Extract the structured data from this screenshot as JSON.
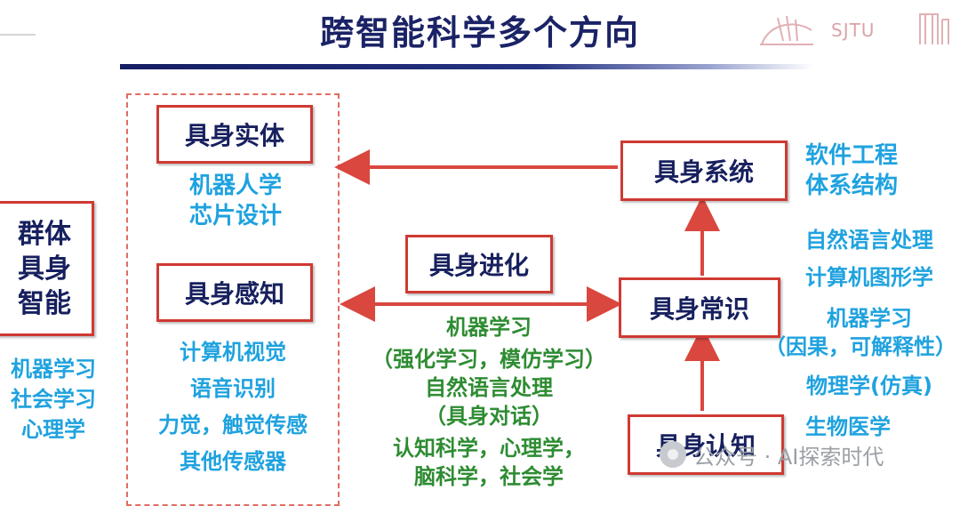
{
  "title": "跨智能科学多个方向",
  "logo": {
    "text": "SJTU"
  },
  "left_side": {
    "box_label": "群体\n具身\n智能",
    "items": [
      "机器学习",
      "社会学习",
      "心理学"
    ]
  },
  "boxes": {
    "entity": "具身实体",
    "perception": "具身感知",
    "evolution": "具身进化",
    "system": "具身系统",
    "commonsense": "具身常识",
    "cognition": "具身认知"
  },
  "entity_labels": [
    "机器人学",
    "芯片设计"
  ],
  "perception_labels": [
    "计算机视觉",
    "语音识别",
    "力觉，触觉传感",
    "其他传感器"
  ],
  "evolution_labels": [
    "机器学习",
    "（强化学习，模仿学习）",
    "自然语言处理",
    "（具身对话）",
    "认知科学，心理学，",
    "脑科学，社会学"
  ],
  "system_labels": [
    "软件工程",
    "体系结构"
  ],
  "commonsense_labels": [
    "自然语言处理",
    "计算机图形学",
    "机器学习",
    "（因果，可解释性）",
    "物理学(仿真)",
    "生物医学"
  ],
  "watermark": "公众号 · AI探索时代",
  "colors": {
    "title": "#1b2366",
    "box_border": "#cf3a32",
    "box_text": "#17205e",
    "label_blue": "#1fa2df",
    "label_green": "#2e8c32",
    "arrow": "#d9473f"
  }
}
